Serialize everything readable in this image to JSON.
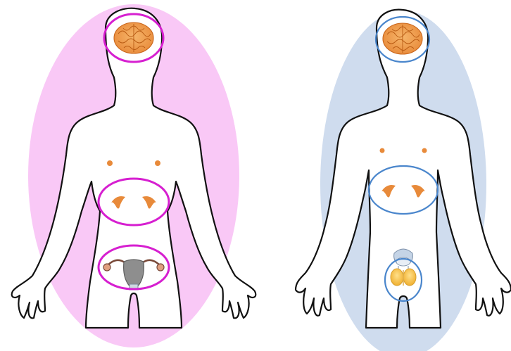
{
  "figures": [
    {
      "id": "female",
      "background_color": "#f9c8f6",
      "highlight_color": "#d61fd0",
      "highlighted_regions": [
        "brain",
        "adrenal-glands",
        "reproductive-organs"
      ],
      "reproductive_organ_icon": "uterus-ovaries-icon"
    },
    {
      "id": "male",
      "background_color": "#cfdcee",
      "highlight_color": "#4a86cc",
      "highlighted_regions": [
        "brain",
        "adrenal-glands",
        "reproductive-organs"
      ],
      "reproductive_organ_icon": "testes-prostate-icon"
    }
  ],
  "colors": {
    "organ_orange": "#e88a3a",
    "brain_orange": "#f0a050",
    "body_outline": "#111111"
  }
}
